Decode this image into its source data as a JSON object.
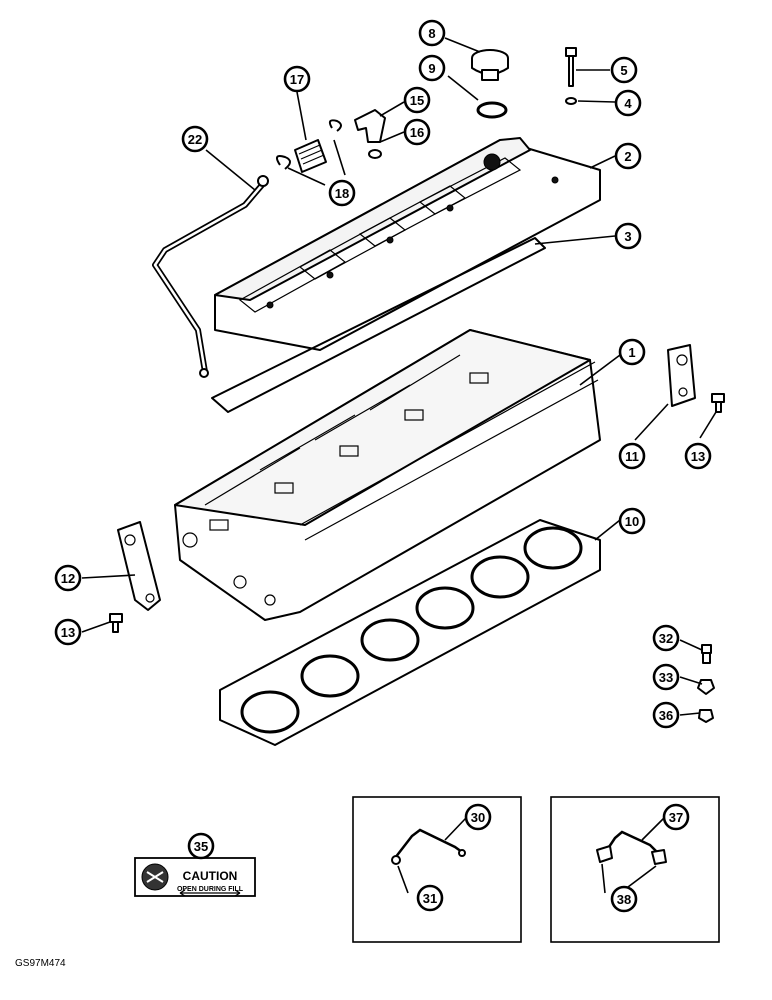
{
  "figure_code": "GS97M474",
  "callouts": [
    {
      "id": "c1",
      "label": "1"
    },
    {
      "id": "c2",
      "label": "2"
    },
    {
      "id": "c3",
      "label": "3"
    },
    {
      "id": "c4",
      "label": "4"
    },
    {
      "id": "c5",
      "label": "5"
    },
    {
      "id": "c8",
      "label": "8"
    },
    {
      "id": "c9",
      "label": "9"
    },
    {
      "id": "c10",
      "label": "10"
    },
    {
      "id": "c11",
      "label": "11"
    },
    {
      "id": "c12",
      "label": "12"
    },
    {
      "id": "c13a",
      "label": "13"
    },
    {
      "id": "c13b",
      "label": "13"
    },
    {
      "id": "c15",
      "label": "15"
    },
    {
      "id": "c16",
      "label": "16"
    },
    {
      "id": "c17",
      "label": "17"
    },
    {
      "id": "c18",
      "label": "18"
    },
    {
      "id": "c22",
      "label": "22"
    },
    {
      "id": "c30",
      "label": "30"
    },
    {
      "id": "c31",
      "label": "31"
    },
    {
      "id": "c32",
      "label": "32"
    },
    {
      "id": "c33",
      "label": "33"
    },
    {
      "id": "c35",
      "label": "35"
    },
    {
      "id": "c36",
      "label": "36"
    },
    {
      "id": "c37",
      "label": "37"
    },
    {
      "id": "c38",
      "label": "38"
    }
  ],
  "decal": {
    "title": "CAUTION",
    "subtitle": "OPEN DURING FILL"
  }
}
